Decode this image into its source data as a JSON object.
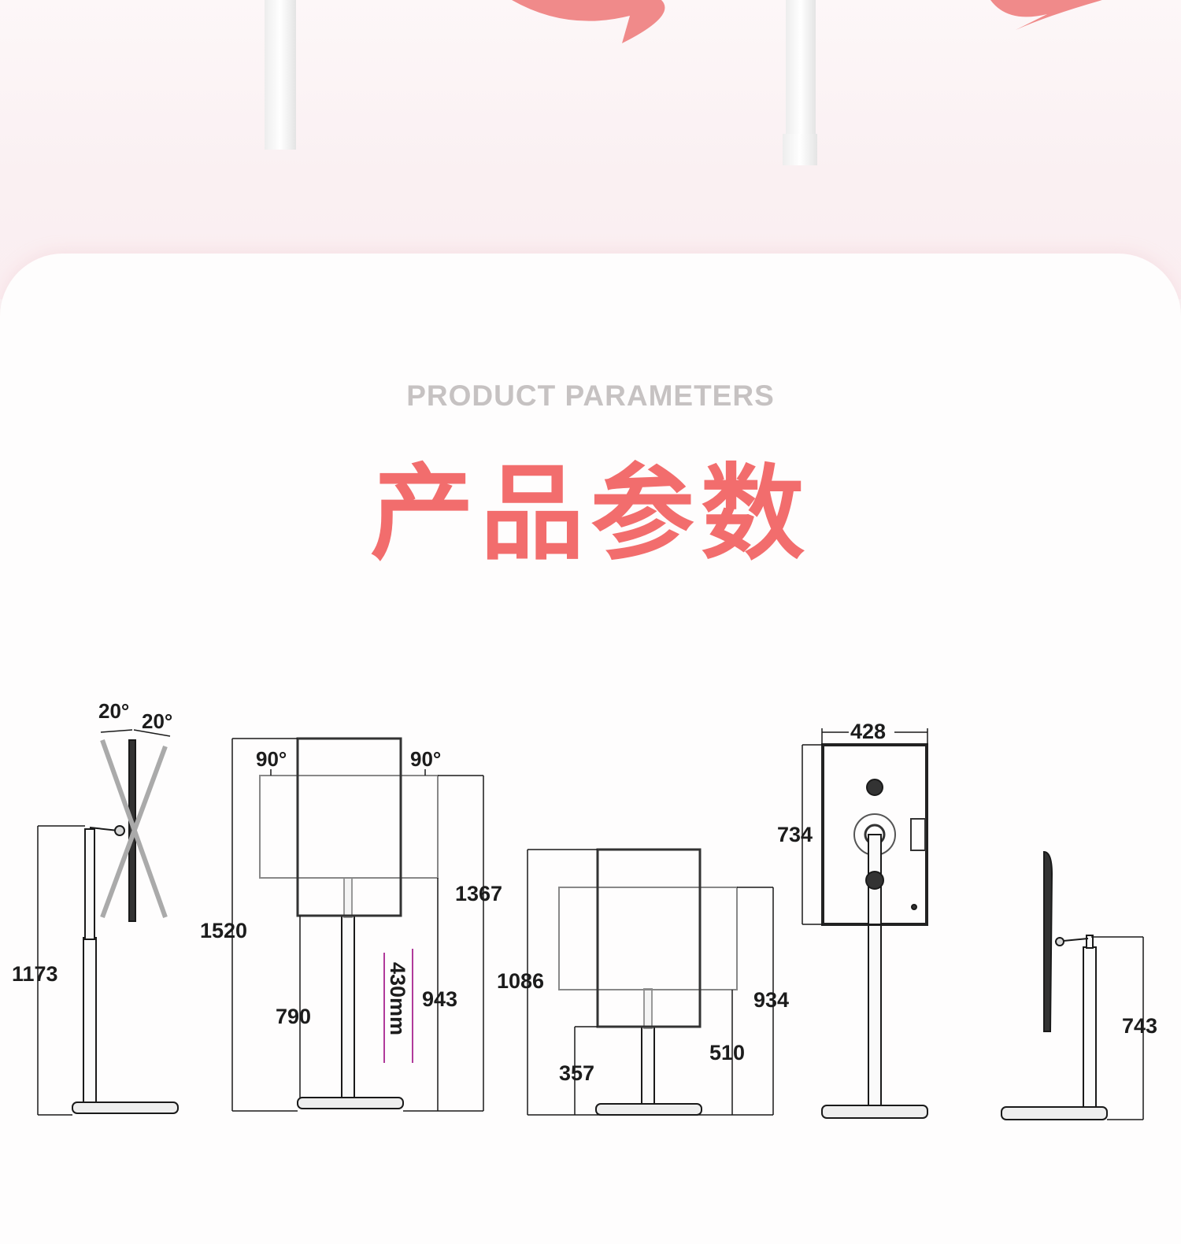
{
  "header": {
    "subtitle": "PRODUCT PARAMETERS",
    "title": "产品参数"
  },
  "colors": {
    "accent": "#f26d6d",
    "subtitle_gray": "#c6c2c2",
    "arrow_pink": "#f08a8a",
    "dimension_arrow": "#b03a9a"
  },
  "diagram": {
    "side_tilt": {
      "tilt_back": "20°",
      "tilt_forward": "20°",
      "height": "1173"
    },
    "front_rotate": {
      "rotate_left": "90°",
      "rotate_right": "90°",
      "total_height": "1520",
      "landscape_top": "1367",
      "portrait_bottom": "790",
      "landscape_bottom": "943",
      "lift_travel": "430mm"
    },
    "front_low": {
      "total_height": "1086",
      "landscape_top": "934",
      "portrait_bottom": "357",
      "landscape_bottom": "510"
    },
    "rear": {
      "width": "428",
      "screen_height": "734"
    },
    "side_low": {
      "height": "743"
    }
  }
}
